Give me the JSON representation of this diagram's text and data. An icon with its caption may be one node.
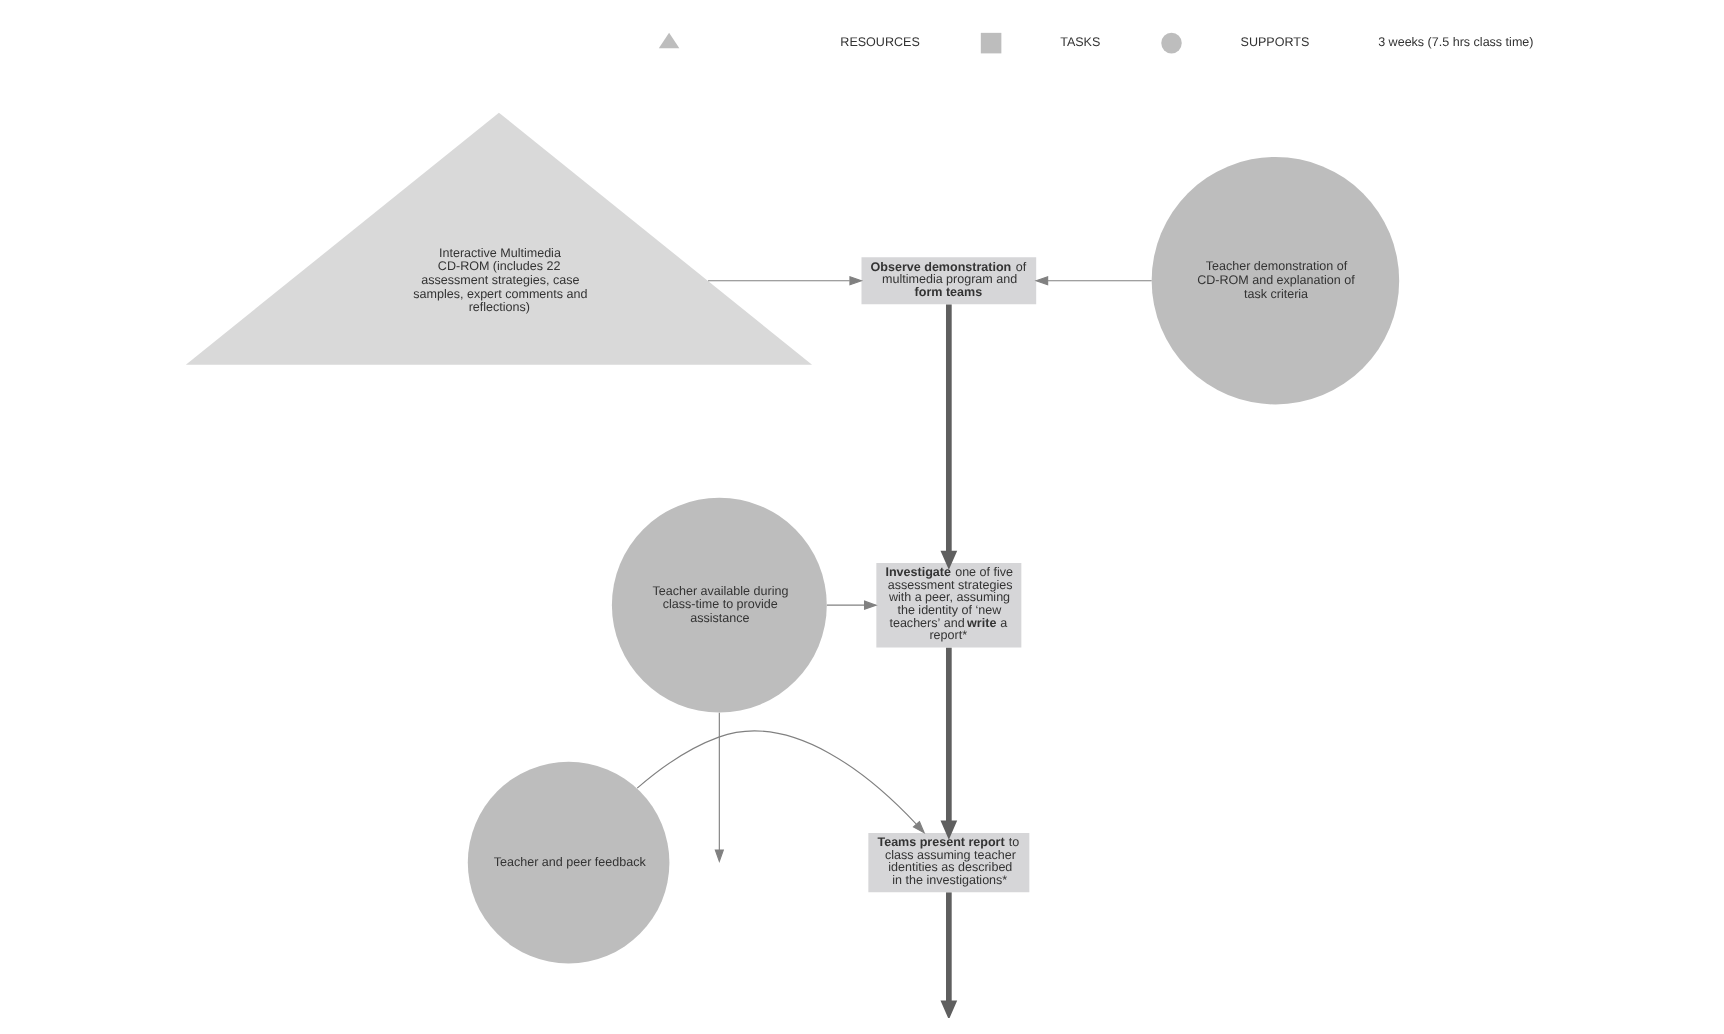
{
  "diagram": {
    "nodes": [
      {
        "text": [
          "Interactive Multimedia CD-ROM (includes 22 assessment strategies, case samples, expert comments and reflections)"
        ]
      },
      {
        "text": [
          "**Observe demonstration** of multimedia program and **form teams**"
        ]
      },
      {
        "text": [
          "**Investigate** one of five assessment strategies with a peer, assuming the identity of ‘new teachers’ and **write** a report*"
        ]
      },
      {
        "text": [
          "**Teams present report** to class assuming teacher identities as described in the investigations*"
        ]
      },
      {
        "text": [
          "Teacher demonstration of CD-ROM and explanation of task criteria"
        ]
      },
      {
        "text": [
          "Teacher available during class-time to provide assistance"
        ]
      },
      {
        "text": [
          "Teacher and peer feedback"
        ]
      }
    ],
    "edges": [
      {
        "from": 0,
        "to": 1,
        "arrow": "to"
      },
      {
        "from": 4,
        "to": 1,
        "arrow": "to"
      },
      {
        "from": 1,
        "to": 2,
        "arrow": "to",
        "style": "thick",
        "color": "#5f5f5f"
      },
      {
        "from": 5,
        "to": 2,
        "arrow": "to"
      },
      {
        "from": 2,
        "to": 3,
        "arrow": "to",
        "style": "thick",
        "color": "#5f5f5f"
      },
      {
        "from": 6,
        "to": 3,
        "arrow": "to"
      },
      {
        "from": 3,
        "to": null,
        "arrow": "to",
        "style": "thick",
        "color": "#5f5f5f"
      },
      {
        "from": 5,
        "to": null,
        "arrow": "to"
      }
    ],
    "labels": [
      "3 weeks (7.5 hrs class time)"
    ],
    "legend": [
      {
        "text": "RESOURCES"
      },
      {
        "text": "TASKS"
      },
      {
        "text": "SUPPORTS"
      }
    ]
  }
}
